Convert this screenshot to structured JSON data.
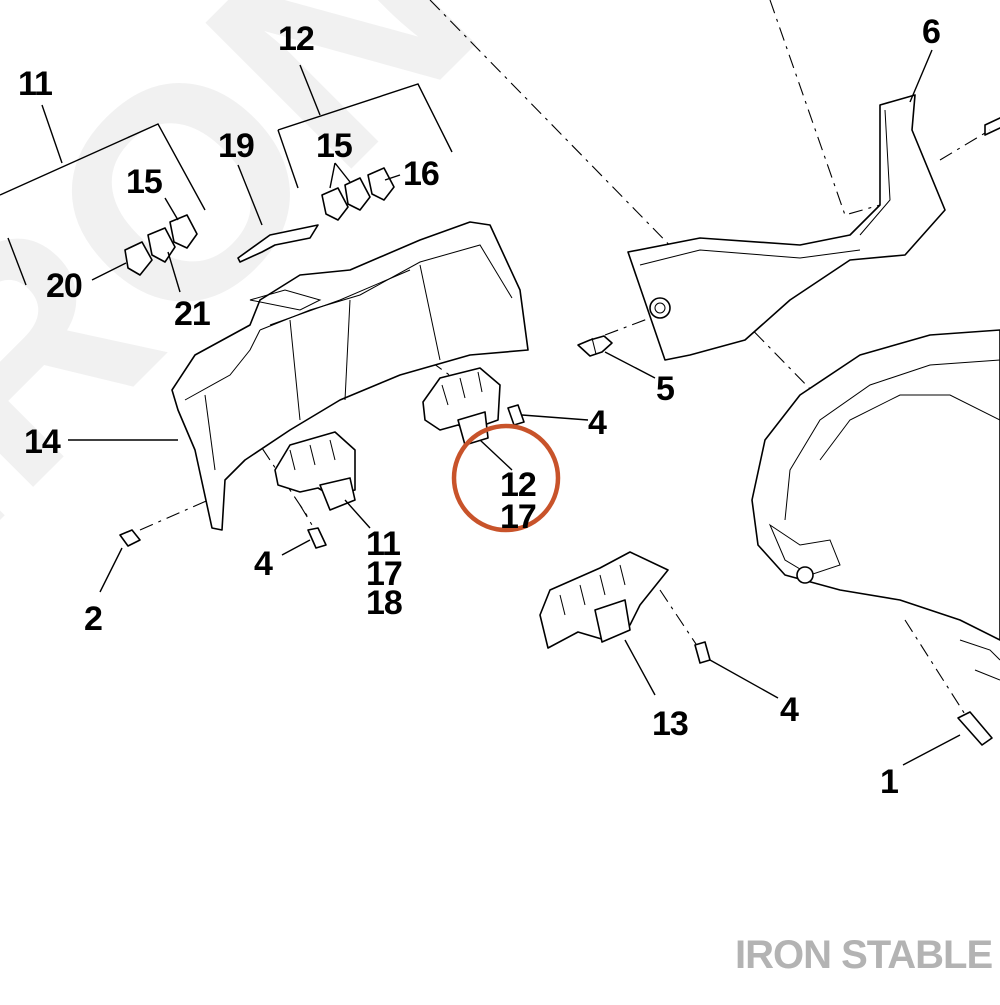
{
  "watermark": {
    "text": "IRON STABLE",
    "color": "#f1f1f1"
  },
  "brand": {
    "text": "IRON STABLE",
    "color": "#b3b3b3"
  },
  "highlight": {
    "color": "#c8532a",
    "label": "12"
  },
  "callouts": [
    {
      "id": "11-top",
      "text": "11"
    },
    {
      "id": "12-top",
      "text": "12"
    },
    {
      "id": "19",
      "text": "19"
    },
    {
      "id": "15-left",
      "text": "15"
    },
    {
      "id": "15-mid",
      "text": "15"
    },
    {
      "id": "16",
      "text": "16"
    },
    {
      "id": "6",
      "text": "6"
    },
    {
      "id": "20",
      "text": "20"
    },
    {
      "id": "21",
      "text": "21"
    },
    {
      "id": "5",
      "text": "5"
    },
    {
      "id": "14",
      "text": "14"
    },
    {
      "id": "4-right",
      "text": "4"
    },
    {
      "id": "12-circled",
      "text": "12"
    },
    {
      "id": "17-circled",
      "text": "17"
    },
    {
      "id": "4-left",
      "text": "4"
    },
    {
      "id": "11-bottom",
      "text": "11"
    },
    {
      "id": "17-bottom",
      "text": "17"
    },
    {
      "id": "18",
      "text": "18"
    },
    {
      "id": "2",
      "text": "2"
    },
    {
      "id": "13",
      "text": "13"
    },
    {
      "id": "4-bottom",
      "text": "4"
    },
    {
      "id": "1",
      "text": "1"
    }
  ]
}
